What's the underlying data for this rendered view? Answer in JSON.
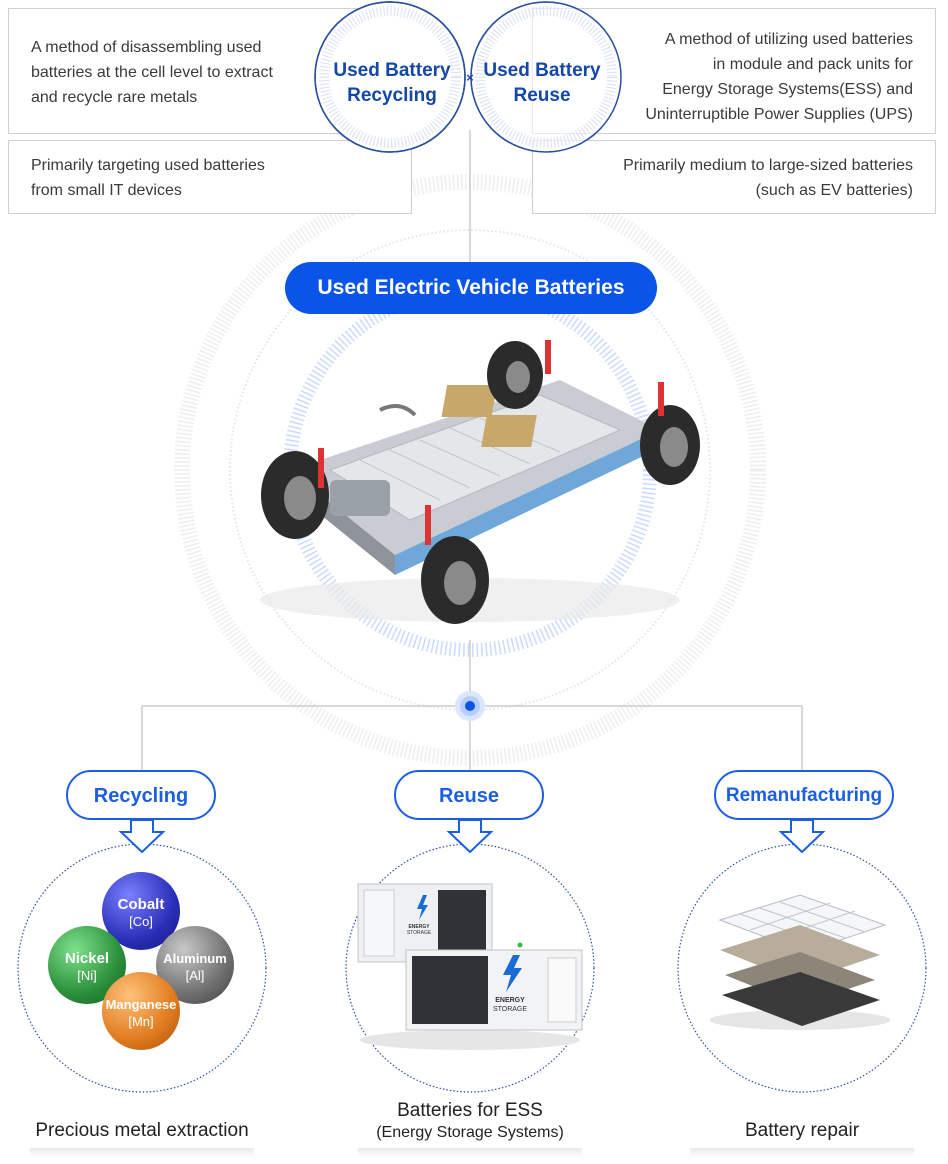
{
  "top": {
    "left_desc": "A method of disassembling used batteries at the cell level to extract and recycle rare metals",
    "left_desc_lines": [
      "A method of disassembling used",
      "batteries at the cell level to extract",
      "and recycle rare metals"
    ],
    "left_target_lines": [
      "Primarily targeting used batteries",
      "from small IT devices"
    ],
    "right_desc_lines": [
      "A method of utilizing used batteries",
      "in module and pack units for",
      "Energy Storage Systems(ESS) and",
      "Uninterruptible Power Supplies (UPS)"
    ],
    "right_target_lines": [
      "Primarily medium to large-sized batteries",
      "(such as EV batteries)"
    ],
    "venn_left_lines": [
      "Used Battery",
      "Recycling"
    ],
    "venn_right_lines": [
      "Used Battery",
      "Reuse"
    ],
    "venn_cross": "×"
  },
  "center": {
    "title": "Used Electric Vehicle Batteries"
  },
  "branches": [
    {
      "label": "Recycling",
      "caption": "Precious metal extraction",
      "caption_sub": ""
    },
    {
      "label": "Reuse",
      "caption": "Batteries for ESS",
      "caption_sub": "(Energy Storage Systems)"
    },
    {
      "label": "Remanufacturing",
      "caption": "Battery repair",
      "caption_sub": ""
    }
  ],
  "metals": [
    {
      "name": "Cobalt",
      "symbol": "[Co]",
      "color": "#2a2fb8"
    },
    {
      "name": "Nickel",
      "symbol": "[Ni]",
      "color": "#2a8f3a"
    },
    {
      "name": "Aluminum",
      "symbol": "[Al]",
      "color": "#707070"
    },
    {
      "name": "Manganese",
      "symbol": "[Mn]",
      "color": "#e07a1e"
    }
  ],
  "ess_labels": {
    "brand_line1": "ENERGY",
    "brand_line2": "STORAGE"
  },
  "colors": {
    "accent": "#0a55e8",
    "venn": "#1447a8",
    "line": "#cccccc"
  },
  "icons": [
    "car-chassis-icon",
    "energy-storage-container-icon",
    "battery-layers-icon",
    "lightning-icon"
  ]
}
